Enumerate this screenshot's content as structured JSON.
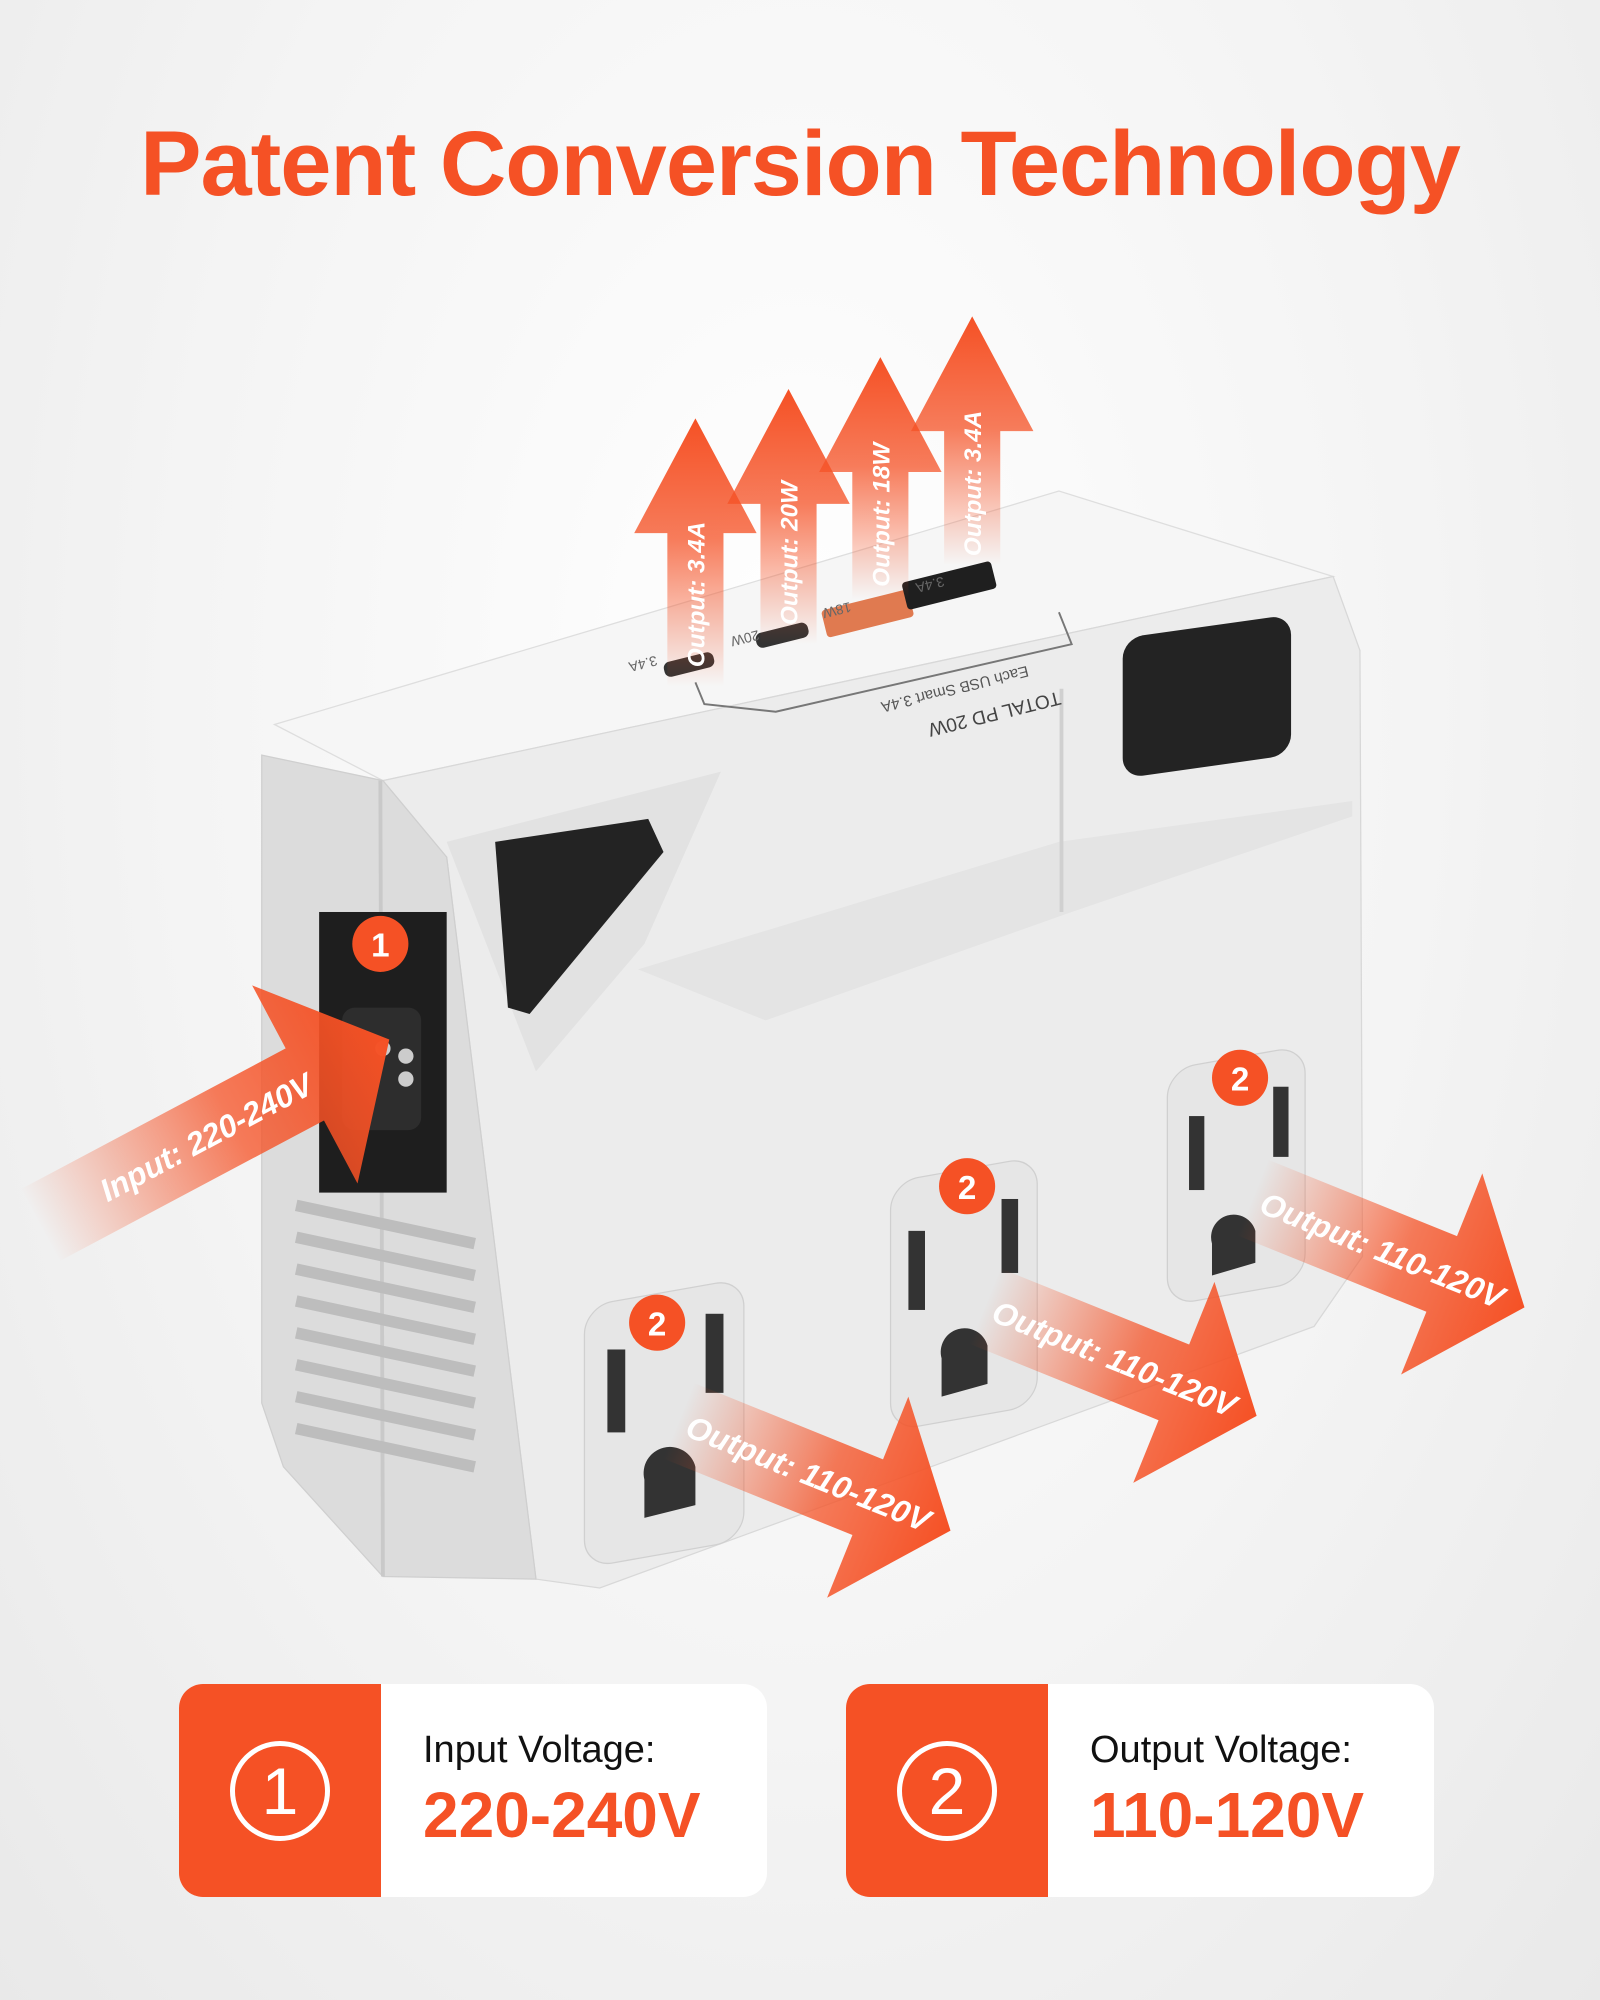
{
  "title": "Patent Conversion Technology",
  "colors": {
    "accent": "#f55125",
    "device": "#ececec",
    "dark_panel": "#222222"
  },
  "usb_arrows": [
    {
      "label": "Output: 3.4A"
    },
    {
      "label": "Output: 20W"
    },
    {
      "label": "Output: 18W"
    },
    {
      "label": "Output: 3.4A"
    }
  ],
  "device_print": {
    "port_labels": [
      "3.4A",
      "20W",
      "18W",
      "3.4A"
    ],
    "line1": "Each USB Smart 3.4A",
    "line2": "TOTAL PD 20W"
  },
  "input_arrow": {
    "label": "Input: 220-240V",
    "badge": "1"
  },
  "output_arrows": [
    {
      "label": "Output: 110-120V",
      "badge": "2"
    },
    {
      "label": "Output: 110-120V",
      "badge": "2"
    },
    {
      "label": "Output: 110-120V",
      "badge": "2"
    }
  ],
  "cards": [
    {
      "number": "1",
      "label": "Input Voltage:",
      "value": "220-240V"
    },
    {
      "number": "2",
      "label": "Output Voltage:",
      "value": "110-120V"
    }
  ]
}
